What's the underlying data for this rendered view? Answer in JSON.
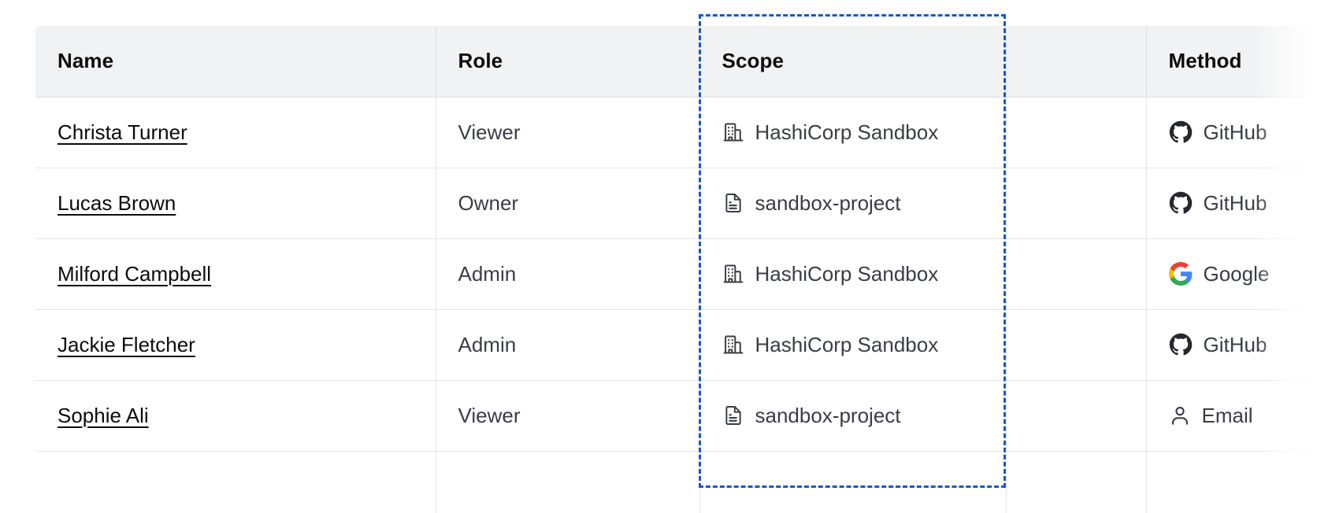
{
  "table": {
    "columns": [
      {
        "key": "name",
        "label": "Name"
      },
      {
        "key": "role",
        "label": "Role"
      },
      {
        "key": "scope",
        "label": "Scope"
      },
      {
        "key": "blank",
        "label": ""
      },
      {
        "key": "method",
        "label": "Method"
      }
    ],
    "rows": [
      {
        "name": "Christa Turner",
        "role": "Viewer",
        "scope": "HashiCorp Sandbox",
        "scope_icon": "organization-building-icon",
        "method": "GitHub",
        "method_icon": "github-icon"
      },
      {
        "name": "Lucas Brown",
        "role": "Owner",
        "scope": "sandbox-project",
        "scope_icon": "project-document-icon",
        "method": "GitHub",
        "method_icon": "github-icon"
      },
      {
        "name": "Milford Campbell",
        "role": "Admin",
        "scope": "HashiCorp Sandbox",
        "scope_icon": "organization-building-icon",
        "method": "Google",
        "method_icon": "google-icon"
      },
      {
        "name": "Jackie Fletcher",
        "role": "Admin",
        "scope": "HashiCorp Sandbox",
        "scope_icon": "organization-building-icon",
        "method": "GitHub",
        "method_icon": "github-icon"
      },
      {
        "name": "Sophie Ali",
        "role": "Viewer",
        "scope": "sandbox-project",
        "scope_icon": "project-document-icon",
        "method": "Email",
        "method_icon": "user-person-icon"
      }
    ]
  },
  "selection": {
    "target_column": "Scope",
    "border_color": "#1c55c9",
    "style": "dashed"
  },
  "colors": {
    "header_background": "#f1f2f3",
    "header_text": "#0c0c0e",
    "body_text": "#3b3d45",
    "link_text": "#0c0c0e",
    "grid_line": "#e4e5e8",
    "page_background": "#ffffff",
    "google_blue": "#4285f4",
    "google_green": "#34a853",
    "google_yellow": "#fbbc05",
    "google_red": "#ea4335",
    "github_black": "#24292f"
  }
}
